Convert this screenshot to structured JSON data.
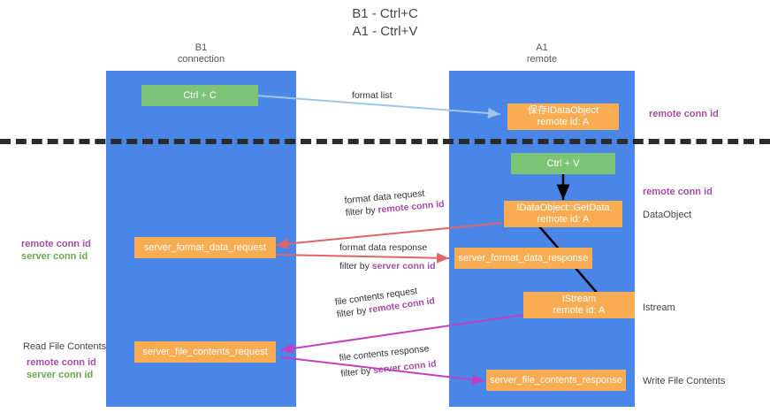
{
  "title": {
    "line1": "B1 - Ctrl+C",
    "line2": "A1 - Ctrl+V"
  },
  "columns": [
    {
      "name": "B1",
      "sub": "connection"
    },
    {
      "name": "A1",
      "sub": "remote"
    }
  ],
  "nodes": {
    "ctrl_c": "Ctrl + C",
    "ctrl_v": "Ctrl + V",
    "dataobject_store": "保存IDataObject\nremote id: A",
    "dataobject_store_line1": "保存IDataObject",
    "dataobject_store_line2": "remote id: A",
    "getdata_line1": "IDataObject::GetData",
    "getdata_line2": "remote id: A",
    "istream_line1": "IStream",
    "istream_line2": "remote id: A",
    "server_format_data_request": "server_format_data_request",
    "server_format_data_response": "server_format_data_response",
    "server_file_contents_request": "server_file_contents_request",
    "server_file_contents_response": "server_file_contents_response"
  },
  "arrow_labels": {
    "format_list": "format list",
    "format_data_request": "format data request",
    "format_data_request_filter_prefix": "filter by ",
    "format_data_request_filter_key": "remote conn id",
    "format_data_response": "format data response",
    "format_data_response_filter_prefix": "filter by ",
    "format_data_response_filter_key": "server conn id",
    "file_contents_request": "file contents request",
    "file_contents_request_filter_prefix": "filter by ",
    "file_contents_request_filter_key": "remote conn id",
    "file_contents_response": "file contents response",
    "file_contents_response_filter_prefix": "filter by ",
    "file_contents_response_filter_key": "server conn id"
  },
  "side_labels": {
    "right_remote_conn_id_top": "remote conn id",
    "right_remote_conn_id_mid": "remote conn id",
    "right_dataobject": "DataObject",
    "right_istream": "Istream",
    "right_write_file_contents": "Write File Contents",
    "left_remote_conn_id_1": "remote conn id",
    "left_server_conn_id_1": "server conn id",
    "left_read_file_contents": "Read File Contents",
    "left_remote_conn_id_2": "remote conn id",
    "left_server_conn_id_2": "server conn id"
  },
  "colors": {
    "lane": "#4a86e8",
    "green_node": "#7cc576",
    "orange_node": "#f9ac52",
    "purple_text": "#a64ca6",
    "green_text": "#6aa84f",
    "arrow_blue": "#9fc5e8",
    "arrow_red": "#e06666",
    "arrow_magenta": "#c23fc2",
    "arrow_black": "#000000",
    "divider": "#2b2b2b"
  }
}
